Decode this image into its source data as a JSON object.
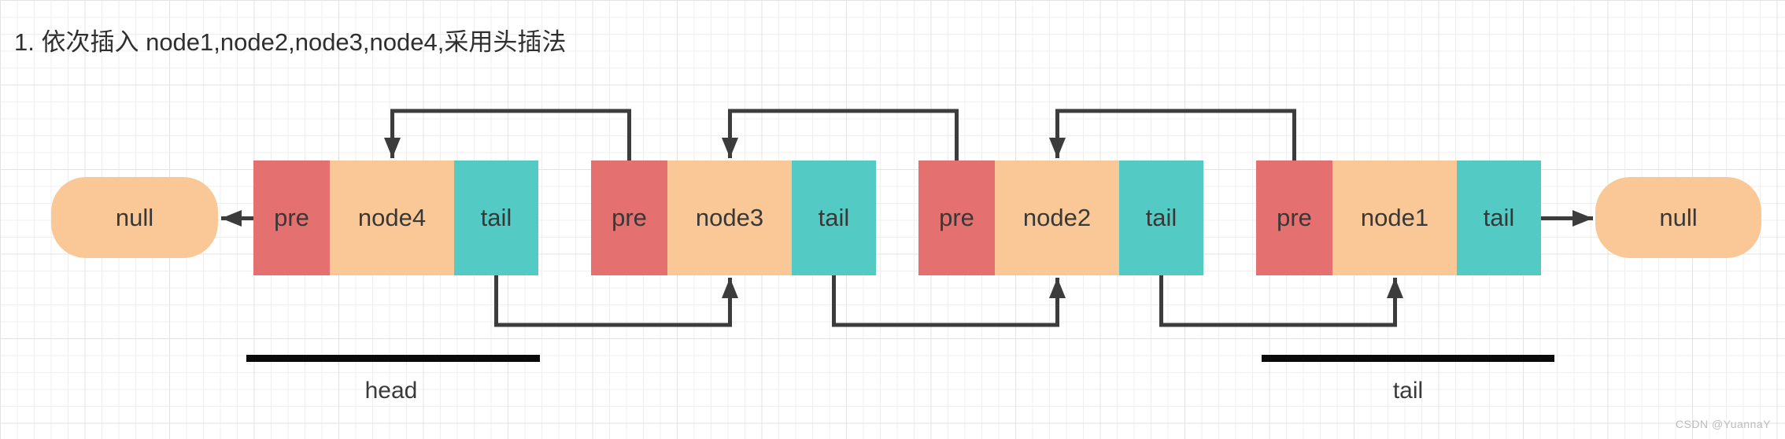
{
  "title": "1. 依次插入 node1,node2,node3,node4,采用头插法",
  "list": {
    "null_left": "null",
    "null_right": "null",
    "nodes": [
      {
        "pre": "pre",
        "value": "node4",
        "tail": "tail"
      },
      {
        "pre": "pre",
        "value": "node3",
        "tail": "tail"
      },
      {
        "pre": "pre",
        "value": "node2",
        "tail": "tail"
      },
      {
        "pre": "pre",
        "value": "node1",
        "tail": "tail"
      }
    ],
    "head_label": "head",
    "tail_label": "tail"
  },
  "watermark": "CSDN @YuannaY",
  "colors": {
    "pre_cell": "#e57070",
    "value_cell": "#fac897",
    "tail_cell": "#54cac4",
    "null_pill": "#fac897",
    "arrow": "#3c3c3c",
    "underline_bar": "#0a0a0a",
    "grid_minor": "#efefef",
    "grid_major": "#e3e3e3",
    "title_text": "#2f2f2f",
    "watermark_text": "#bcbcbc"
  }
}
